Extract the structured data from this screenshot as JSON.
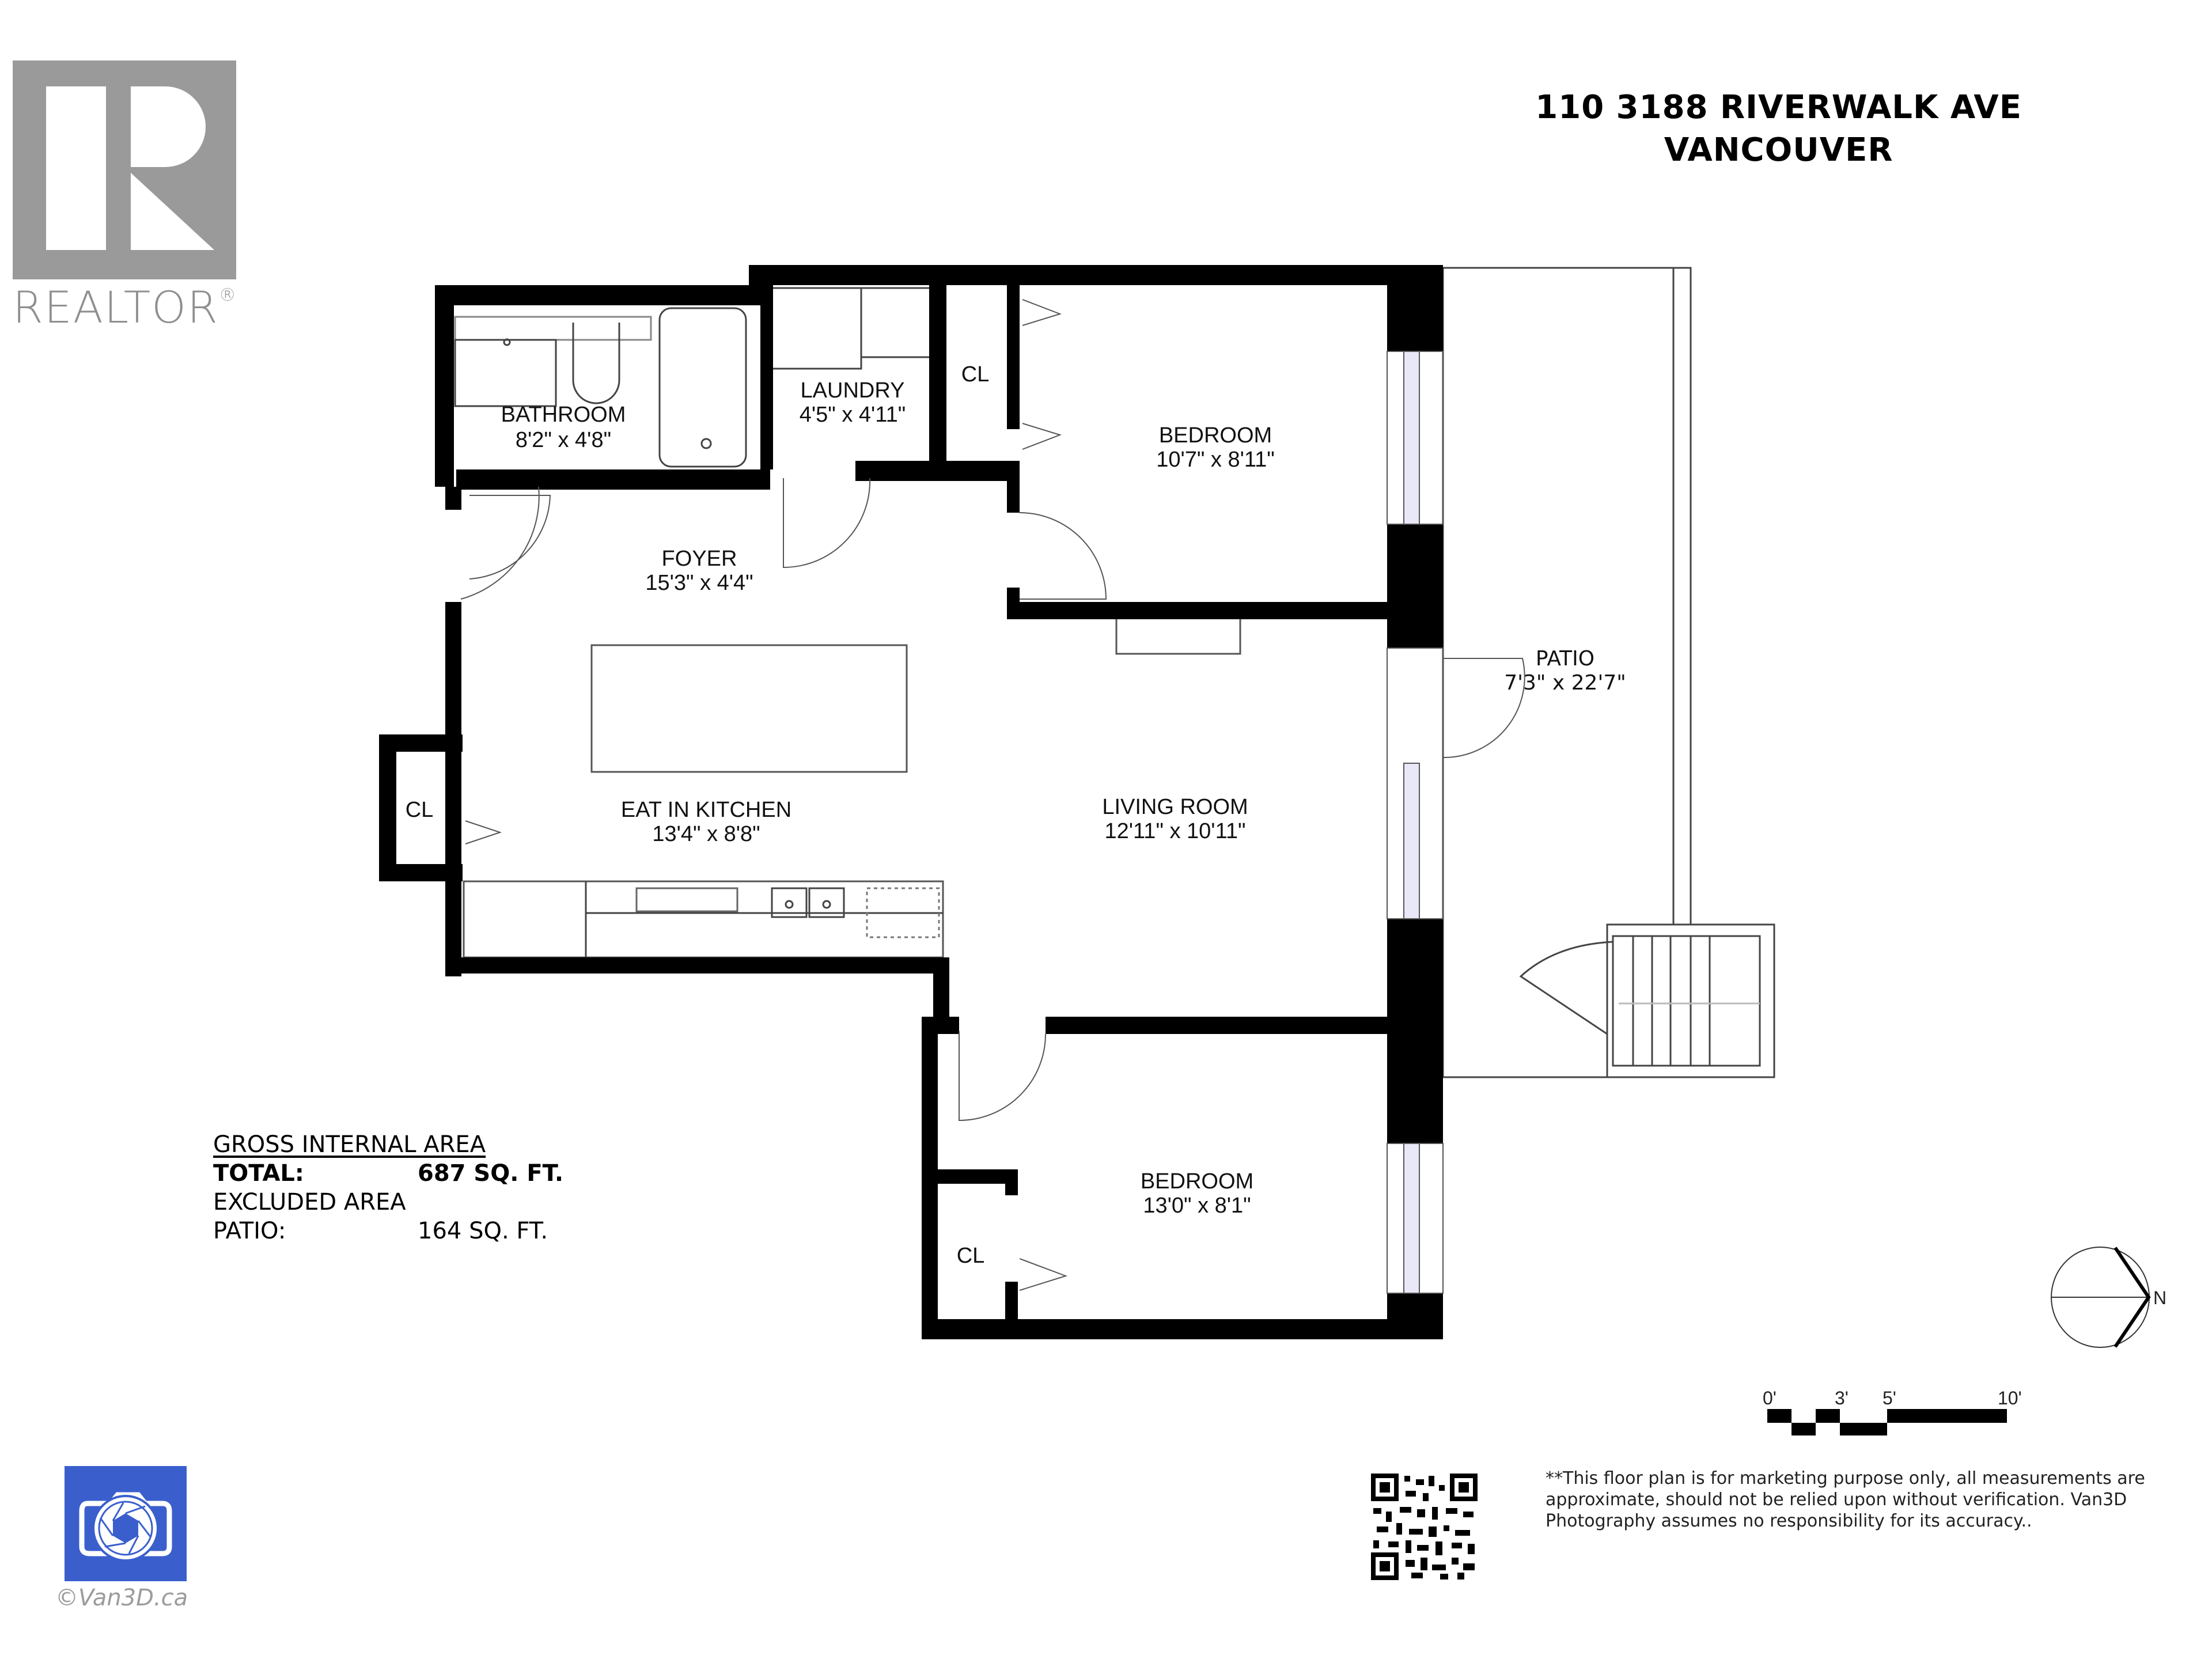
{
  "header": {
    "address_line1": "110 3188 RIVERWALK AVE",
    "address_line2": "VANCOUVER"
  },
  "logos": {
    "realtor": {
      "icon": "realtor-r-logo",
      "wordmark": "REALTOR",
      "registered": "®",
      "color": "#9a9a9a"
    },
    "van3d": {
      "icon": "camera-aperture-icon",
      "copyright": "©Van3D.ca",
      "color": "#3a5fcd"
    }
  },
  "rooms": [
    {
      "id": "bathroom",
      "name": "BATHROOM",
      "dims": "8'2\" x 4'8\""
    },
    {
      "id": "laundry",
      "name": "LAUNDRY",
      "dims": "4'5\" x 4'11\""
    },
    {
      "id": "bedroom1",
      "name": "BEDROOM",
      "dims": "10'7\" x 8'11\""
    },
    {
      "id": "foyer",
      "name": "FOYER",
      "dims": "15'3\" x 4'4\""
    },
    {
      "id": "kitchen",
      "name": "EAT IN KITCHEN",
      "dims": "13'4\" x 8'8\""
    },
    {
      "id": "living",
      "name": "LIVING ROOM",
      "dims": "12'11\" x 10'11\""
    },
    {
      "id": "bedroom2",
      "name": "BEDROOM",
      "dims": "13'0\" x 8'1\""
    },
    {
      "id": "patio",
      "name": "PATIO",
      "dims": "7'3\" x 22'7\""
    }
  ],
  "closets": [
    {
      "id": "cl-laundry",
      "label": "CL"
    },
    {
      "id": "cl-kitchen",
      "label": "CL"
    },
    {
      "id": "cl-bedroom2",
      "label": "CL"
    }
  ],
  "area_summary": {
    "title": "GROSS INTERNAL AREA",
    "total_label": "TOTAL:",
    "total_value": "687 SQ. FT.",
    "excluded_title": "EXCLUDED AREA",
    "patio_label": "PATIO:",
    "patio_value": "164 SQ. FT."
  },
  "compass": {
    "label": "N",
    "icon": "north-arrow-icon"
  },
  "scale_bar": {
    "ticks": [
      "0'",
      "3'",
      "5'",
      "10'"
    ]
  },
  "qr_code": {
    "icon": "qr-code-icon"
  },
  "disclaimer": "**This floor plan is for marketing purpose only, all measurements are approximate, should not be relied upon without verification. Van3D Photography assumes no responsibility for its accuracy..",
  "colors": {
    "wall": "#000000",
    "window_glass": "#e8e8f8",
    "line": "#444444"
  }
}
